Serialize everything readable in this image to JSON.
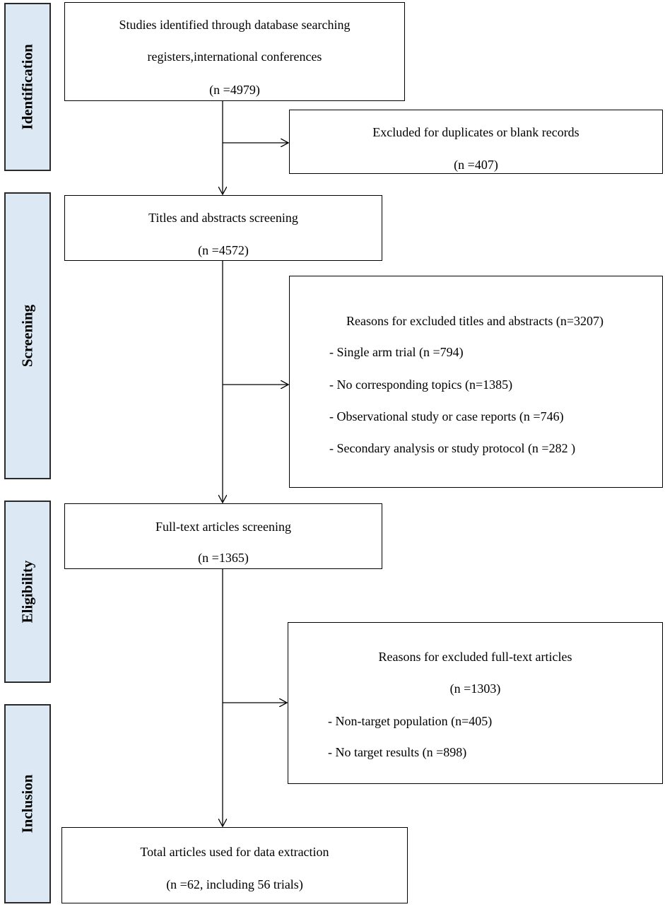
{
  "phases": {
    "identification": "Identification",
    "screening": "Screening",
    "eligibility": "Eligibility",
    "inclusion": "Inclusion"
  },
  "boxes": {
    "identified": {
      "line1": "Studies identified through database searching",
      "line2": "registers,international conferences",
      "count": "(n =4979)"
    },
    "duplicates": {
      "line1": "Excluded for duplicates or blank records",
      "count": "(n =407)"
    },
    "title_screening": {
      "line1": "Titles and abstracts screening",
      "count": "(n =4572)"
    },
    "excluded_titles": {
      "heading": "Reasons for excluded titles and abstracts (n=3207)",
      "items": [
        "- Single arm trial (n =794)",
        "- No corresponding topics (n=1385)",
        "- Observational study or case reports (n =746)",
        "- Secondary analysis or study protocol (n =282 )"
      ]
    },
    "fulltext_screening": {
      "line1": "Full-text articles screening",
      "count": "(n =1365)"
    },
    "excluded_fulltext": {
      "heading": "Reasons for excluded full-text articles",
      "count": "(n =1303)",
      "items": [
        "- Non-target population (n=405)",
        "- No target results (n =898)"
      ]
    },
    "included": {
      "line1": "Total articles used for data extraction",
      "count": "(n =62, including 56 trials)"
    }
  }
}
